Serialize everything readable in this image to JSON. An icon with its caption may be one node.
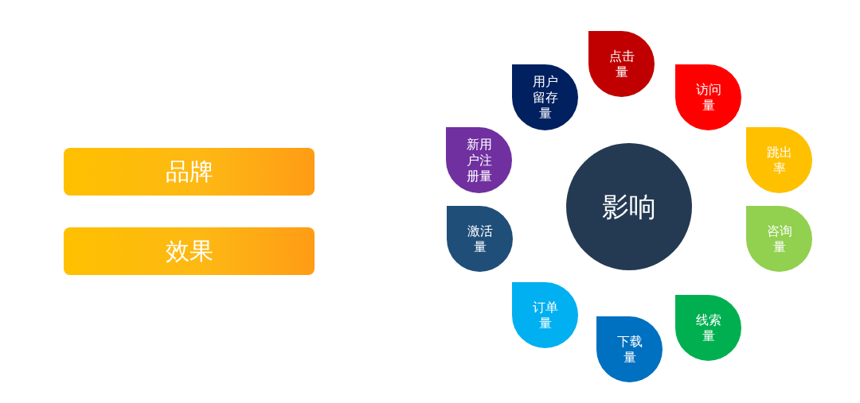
{
  "diagram": {
    "nodes": [
      {
        "text": [
          "品牌"
        ]
      },
      {
        "text": [
          "效果"
        ]
      },
      {
        "text": [
          "影响"
        ]
      },
      {
        "text": [
          "点击量"
        ]
      },
      {
        "text": [
          "访问量"
        ]
      },
      {
        "text": [
          "跳出率"
        ]
      },
      {
        "text": [
          "咨询量"
        ]
      },
      {
        "text": [
          "线索量"
        ]
      },
      {
        "text": [
          "下载量"
        ]
      },
      {
        "text": [
          "订单量"
        ]
      },
      {
        "text": [
          "激活量"
        ]
      },
      {
        "text": [
          "新用户注册量"
        ]
      },
      {
        "text": [
          "用户留存量"
        ]
      }
    ],
    "edges": []
  }
}
